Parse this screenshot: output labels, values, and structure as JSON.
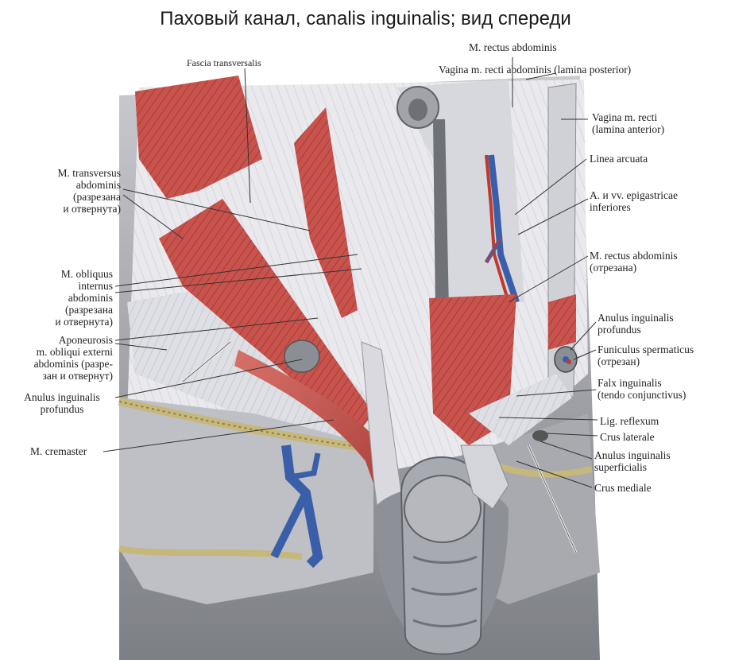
{
  "title": "Паховый канал, canalis inguinalis; вид спереди",
  "labels": {
    "fascia_transversalis": "Fascia transversalis",
    "m_rectus_abdominis_top": "M. rectus abdominis",
    "vagina_posterior": "Vagina m. recti abdominis (lamina posterior)",
    "vagina_anterior_1": "Vagina m. recti",
    "vagina_anterior_2": "(lamina anterior)",
    "linea_arcuata": "Linea arcuata",
    "epigastricae_1": "A. и vv. epigastricae",
    "epigastricae_2": "inferiores",
    "rectus_cut_1": "M. rectus abdominis",
    "rectus_cut_2": "(отрезана)",
    "anulus_profundus_r_1": "Anulus inguinalis",
    "anulus_profundus_r_2": "profundus",
    "funiculus_1": "Funiculus spermaticus",
    "funiculus_2": "(отрезан)",
    "falx_1": "Falx inguinalis",
    "falx_2": "(tendo conjunctivus)",
    "lig_reflexum": "Lig. reflexum",
    "crus_laterale": "Crus laterale",
    "anulus_superficialis_1": "Anulus inguinalis",
    "anulus_superficialis_2": "superficialis",
    "crus_mediale": "Crus mediale",
    "transversus_1": "M. transversus",
    "transversus_2": "abdominis",
    "transversus_3": "(разрезана",
    "transversus_4": "и отвернута)",
    "obliquus_int_1": "M. obliquus",
    "obliquus_int_2": "internus",
    "obliquus_int_3": "abdominis",
    "obliquus_int_4": "(разрезана",
    "obliquus_int_5": "и отвернута)",
    "aponeurosis_1": "Aponeurosis",
    "aponeurosis_2": "m. obliqui externi",
    "aponeurosis_3": "abdominis (разре-",
    "aponeurosis_4": "зан и отвернут)",
    "anulus_profundus_l_1": "Anulus inguinalis",
    "anulus_profundus_l_2": "profundus",
    "cremaster": "M. cremaster"
  },
  "colors": {
    "muscle": "#c8534d",
    "muscle_dark": "#9c3530",
    "fascia": "#e8e8ec",
    "skin_gray": "#9fa1a8",
    "vein": "#3a5fa8",
    "artery": "#c0392b",
    "leader": "#333333"
  }
}
